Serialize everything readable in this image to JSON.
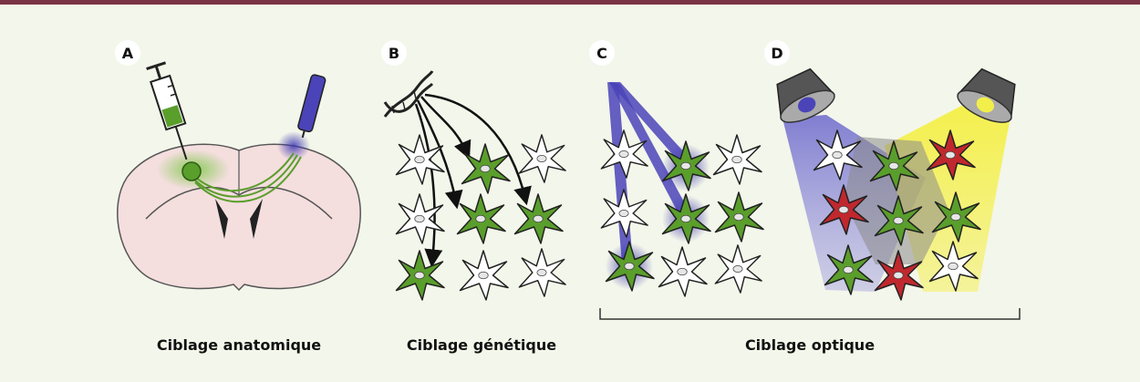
{
  "panels": {
    "a": {
      "letter": "A",
      "caption": "Ciblage anatomique"
    },
    "b": {
      "letter": "B",
      "caption": "Ciblage génétique"
    },
    "c": {
      "letter": "C"
    },
    "d": {
      "letter": "D"
    }
  },
  "optical_caption": "Ciblage optique",
  "colors": {
    "accent_bar": "#7a3345",
    "background": "#f3f6ea",
    "neuron_green": "#5a9e2c",
    "neuron_red": "#c0282e",
    "neuron_white": "#ffffff",
    "light_blue": "#4a44b8",
    "light_yellow": "#f2ef4a"
  }
}
